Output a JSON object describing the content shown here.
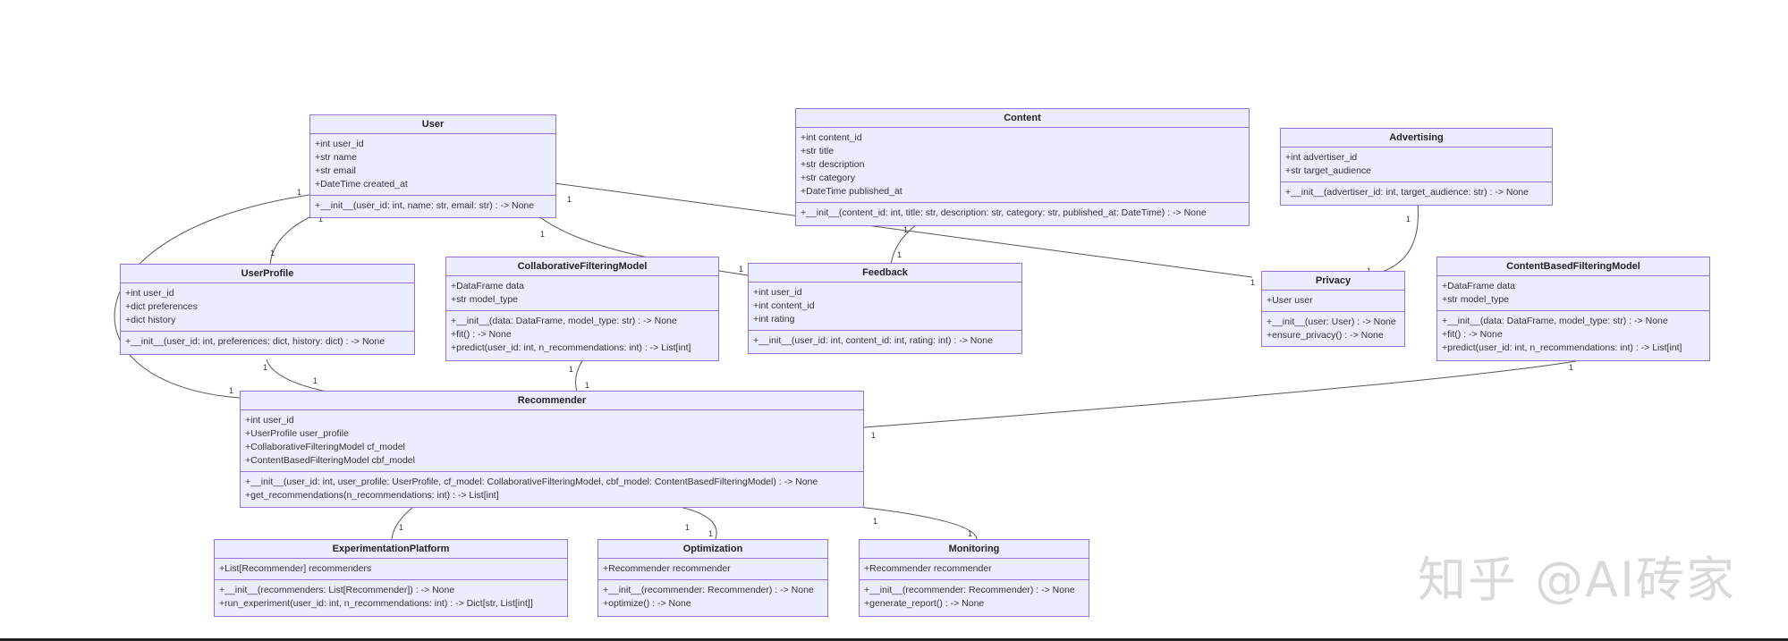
{
  "classes": {
    "user": {
      "name": "User",
      "attributes": [
        "+int user_id",
        "+str name",
        "+str email",
        "+DateTime created_at"
      ],
      "methods": [
        "+__init__(user_id: int, name: str, email: str) : -> None"
      ]
    },
    "content": {
      "name": "Content",
      "attributes": [
        "+int content_id",
        "+str title",
        "+str description",
        "+str category",
        "+DateTime published_at"
      ],
      "methods": [
        "+__init__(content_id: int, title: str, description: str, category: str, published_at: DateTime) : -> None"
      ]
    },
    "advertising": {
      "name": "Advertising",
      "attributes": [
        "+int advertiser_id",
        "+str target_audience"
      ],
      "methods": [
        "+__init__(advertiser_id: int, target_audience: str) : -> None"
      ]
    },
    "userprofile": {
      "name": "UserProfile",
      "attributes": [
        "+int user_id",
        "+dict preferences",
        "+dict history"
      ],
      "methods": [
        "+__init__(user_id: int, preferences: dict, history: dict) : -> None"
      ]
    },
    "cfmodel": {
      "name": "CollaborativeFilteringModel",
      "attributes": [
        "+DataFrame data",
        "+str model_type"
      ],
      "methods": [
        "+__init__(data: DataFrame, model_type: str) : -> None",
        "+fit() : -> None",
        "+predict(user_id: int, n_recommendations: int) : -> List[int]"
      ]
    },
    "feedback": {
      "name": "Feedback",
      "attributes": [
        "+int user_id",
        "+int content_id",
        "+int rating"
      ],
      "methods": [
        "+__init__(user_id: int, content_id: int, rating: int) : -> None"
      ]
    },
    "privacy": {
      "name": "Privacy",
      "attributes": [
        "+User user"
      ],
      "methods": [
        "+__init__(user: User) : -> None",
        "+ensure_privacy() : -> None"
      ]
    },
    "cbfmodel": {
      "name": "ContentBasedFilteringModel",
      "attributes": [
        "+DataFrame data",
        "+str model_type"
      ],
      "methods": [
        "+__init__(data: DataFrame, model_type: str) : -> None",
        "+fit() : -> None",
        "+predict(user_id: int, n_recommendations: int) : -> List[int]"
      ]
    },
    "recommender": {
      "name": "Recommender",
      "attributes": [
        "+int user_id",
        "+UserProfile user_profile",
        "+CollaborativeFilteringModel cf_model",
        "+ContentBasedFilteringModel cbf_model"
      ],
      "methods": [
        "+__init__(user_id: int, user_profile: UserProfile, cf_model: CollaborativeFilteringModel, cbf_model: ContentBasedFilteringModel) : -> None",
        "+get_recommendations(n_recommendations: int) : -> List[int]"
      ]
    },
    "experimentation": {
      "name": "ExperimentationPlatform",
      "attributes": [
        "+List[Recommender] recommenders"
      ],
      "methods": [
        "+__init__(recommenders: List[Recommender]) : -> None",
        "+run_experiment(user_id: int, n_recommendations: int) : -> Dict[str, List[int]]"
      ]
    },
    "optimization": {
      "name": "Optimization",
      "attributes": [
        "+Recommender recommender"
      ],
      "methods": [
        "+__init__(recommender: Recommender) : -> None",
        "+optimize() : -> None"
      ]
    },
    "monitoring": {
      "name": "Monitoring",
      "attributes": [
        "+Recommender recommender"
      ],
      "methods": [
        "+__init__(recommender: Recommender) : -> None",
        "+generate_report() : -> None"
      ]
    }
  },
  "multiplicity_label": "1",
  "watermark": "知乎 @AI砖家",
  "colors": {
    "box_fill": "#ececff",
    "box_border": "#9370db",
    "edge": "#333333"
  }
}
